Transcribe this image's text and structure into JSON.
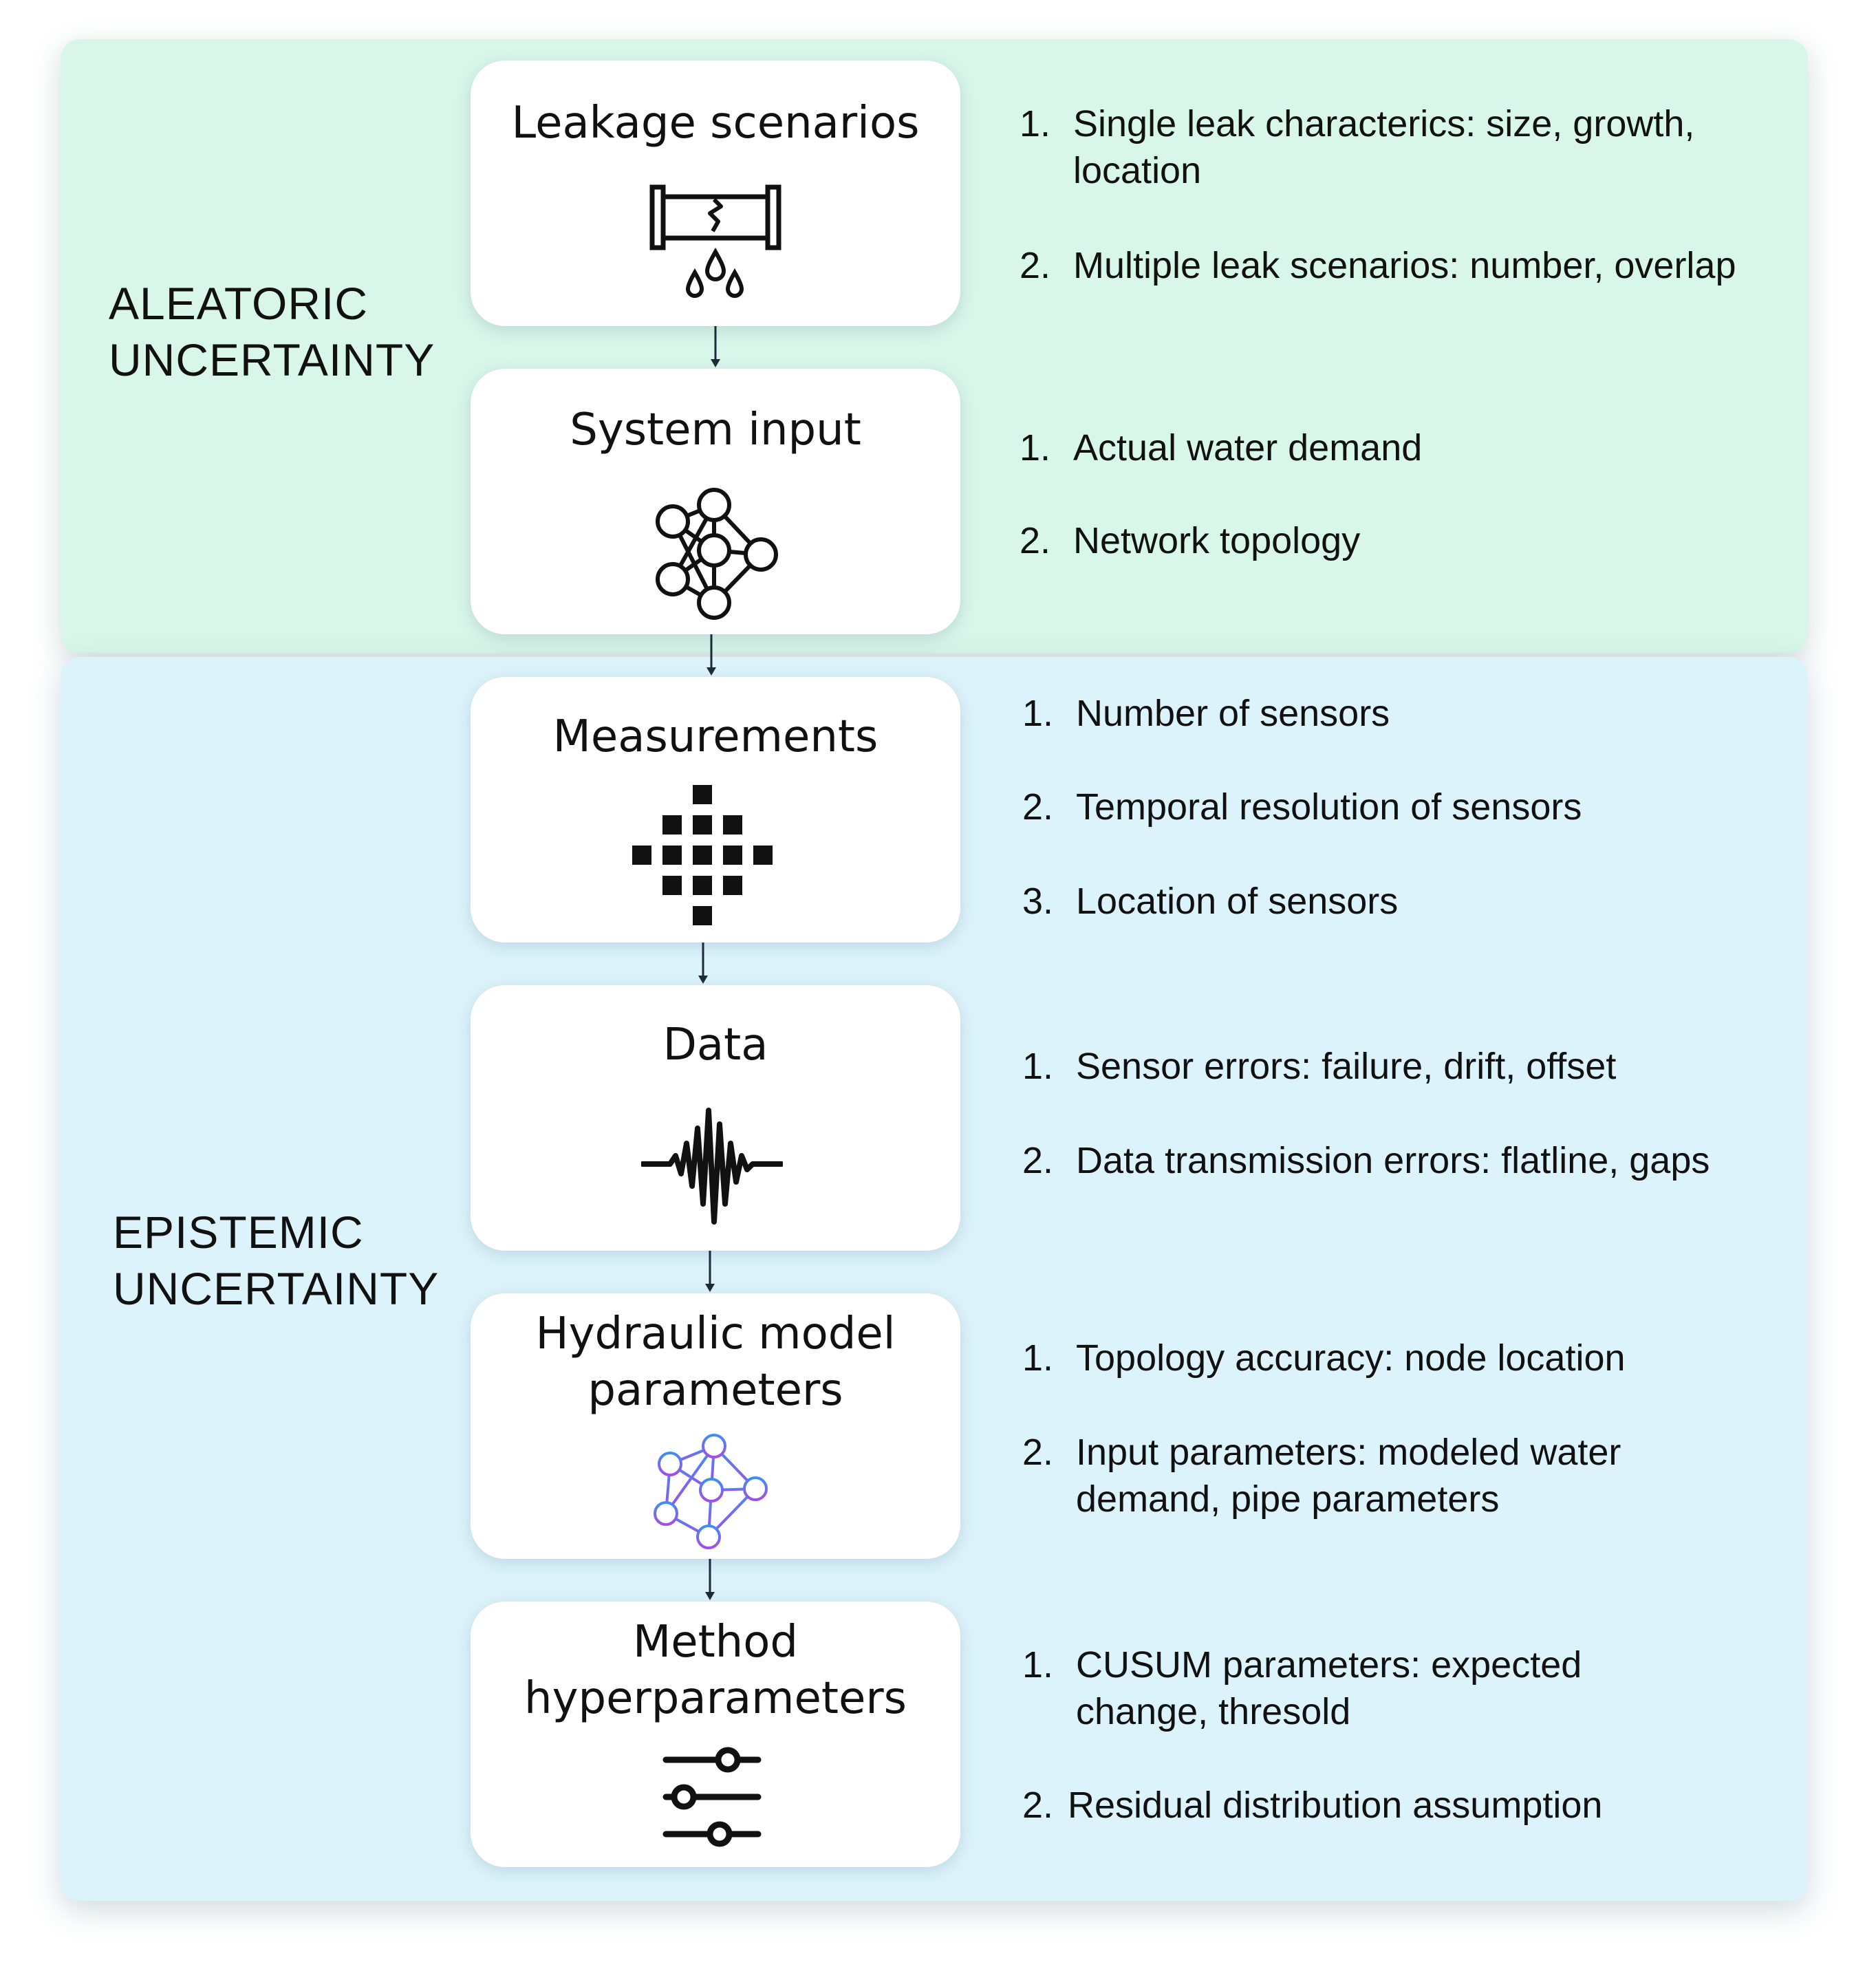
{
  "aleatoric": {
    "label": [
      "ALEATORIC",
      "UNCERTAINTY"
    ],
    "steps": [
      {
        "title": [
          "Leakage scenarios"
        ],
        "icon": "leaking-pipe-icon",
        "factors": [
          {
            "num": "1.",
            "lines": [
              "Single leak characterics: size, growth,",
              "location"
            ]
          },
          {
            "num": "2.",
            "lines": [
              "Multiple leak scenarios: number, overlap"
            ]
          }
        ]
      },
      {
        "title": [
          "System input"
        ],
        "icon": "network-graph-icon",
        "factors": [
          {
            "num": "1.",
            "lines": [
              "Actual water demand"
            ]
          },
          {
            "num": "2.",
            "lines": [
              "Network topology"
            ]
          }
        ]
      }
    ]
  },
  "epistemic": {
    "label": [
      "EPISTEMIC",
      "UNCERTAINTY"
    ],
    "steps": [
      {
        "title": [
          "Measurements"
        ],
        "icon": "sensor-grid-icon",
        "factors": [
          {
            "num": "1.",
            "lines": [
              "Number of sensors"
            ]
          },
          {
            "num": "2.",
            "lines": [
              "Temporal resolution of sensors"
            ]
          },
          {
            "num": "3.",
            "lines": [
              "Location of sensors"
            ]
          }
        ]
      },
      {
        "title": [
          "Data"
        ],
        "icon": "signal-waveform-icon",
        "factors": [
          {
            "num": "1.",
            "lines": [
              "Sensor errors: failure, drift, offset"
            ]
          },
          {
            "num": "2.",
            "lines": [
              "Data transmission errors: flatline, gaps"
            ]
          }
        ]
      },
      {
        "title": [
          "Hydraulic model",
          "parameters"
        ],
        "icon": "colored-network-icon",
        "factors": [
          {
            "num": "1.",
            "lines": [
              "Topology accuracy: node location"
            ]
          },
          {
            "num": "2.",
            "lines": [
              "Input parameters: modeled water",
              "demand, pipe parameters"
            ]
          }
        ]
      },
      {
        "title": [
          "Method",
          "hyperparameters"
        ],
        "icon": "sliders-icon",
        "factors": [
          {
            "num": "1.",
            "lines": [
              "CUSUM parameters: expected",
              "change, thresold"
            ]
          },
          {
            "num": "2.",
            "lines": [
              "Residual distribution assumption"
            ]
          }
        ]
      }
    ]
  },
  "colors": {
    "aleatoric_bg": "#d8f6ea",
    "epistemic_bg": "#dcf3fb",
    "card_bg": "#ffffff",
    "icon_gradient": [
      "#3b8ff5",
      "#a64ce6"
    ]
  }
}
